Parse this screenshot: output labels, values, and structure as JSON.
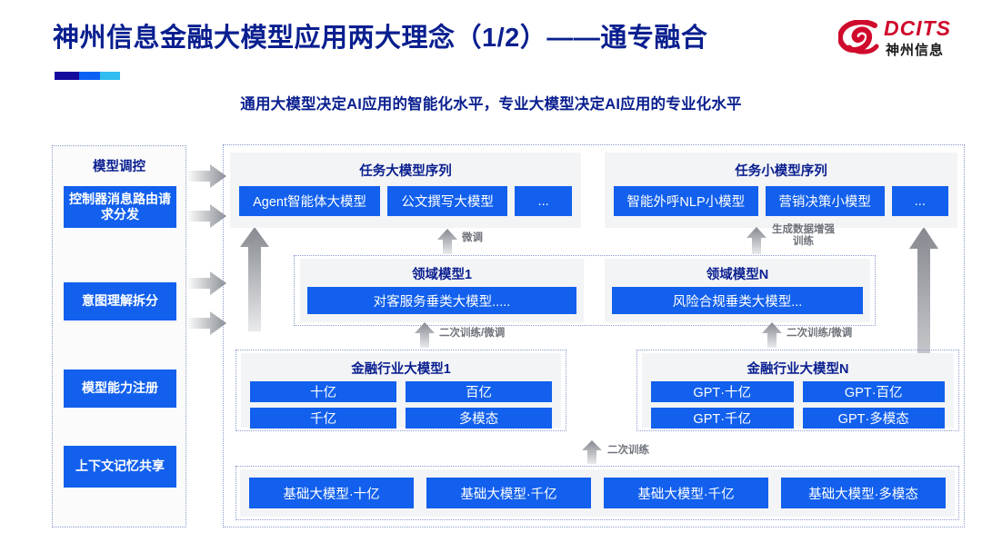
{
  "header": {
    "title": "神州信息金融大模型应用两大理念（1/2）——通专融合",
    "subtitle": "通用大模型决定AI应用的智能化水平，专业大模型决定AI应用的专业化水平",
    "logo": {
      "brand": "DCITS",
      "brand_cn": "神州信息",
      "mark": "dcits-swirl-icon"
    },
    "accent_colors": [
      "#140a9e",
      "#0b61f5",
      "#31bdf0"
    ]
  },
  "colors": {
    "title_blue": "#0a1f8f",
    "chip_blue": "#1260ed",
    "panel_gray": "#f3f4f6",
    "dotted_border": "#8c9ad0",
    "logo_red": "#cf0a2c",
    "arrow_gray": "#9aa0a6"
  },
  "left_column": {
    "title": "模型调控",
    "items": [
      {
        "label": "控制器消息路由请求分发"
      },
      {
        "label": "意图理解拆分"
      },
      {
        "label": "模型能力注册"
      },
      {
        "label": "上下文记忆共享"
      }
    ],
    "arrows": [
      "right-arrow-icon",
      "right-arrow-icon",
      "right-arrow-icon",
      "right-arrow-icon"
    ]
  },
  "task_models": [
    {
      "title": "任务大模型序列",
      "chips": [
        "Agent智能体大模型",
        "公文撰写大模型",
        "..."
      ]
    },
    {
      "title": "任务小模型序列",
      "chips": [
        "智能外呼NLP小模型",
        "营销决策小模型",
        "..."
      ]
    }
  ],
  "domain_models": [
    {
      "title": "领域模型1",
      "chip": "对客服务垂类大模型....."
    },
    {
      "title": "领域模型N",
      "chip": "风险合规垂类大模型..."
    }
  ],
  "industry_models": [
    {
      "title": "金融行业大模型1",
      "chips": [
        "十亿",
        "百亿",
        "千亿",
        "多模态"
      ]
    },
    {
      "title": "金融行业大模型N",
      "chips": [
        "GPT·十亿",
        "GPT·百亿",
        "GPT·千亿",
        "GPT·多模态"
      ]
    }
  ],
  "base_models": {
    "chips": [
      "基础大模型·十亿",
      "基础大模型·千亿",
      "基础大模型·千亿",
      "基础大模型·多模态"
    ]
  },
  "flow_labels": {
    "fine_tune": "微调",
    "data_augment": "生成数据增强\n训练",
    "data_augment_line1": "生成数据增强",
    "data_augment_line2": "训练",
    "retrain_tune_left": "二次训练/微调",
    "retrain_tune_right": "二次训练/微调",
    "retrain": "二次训练"
  }
}
